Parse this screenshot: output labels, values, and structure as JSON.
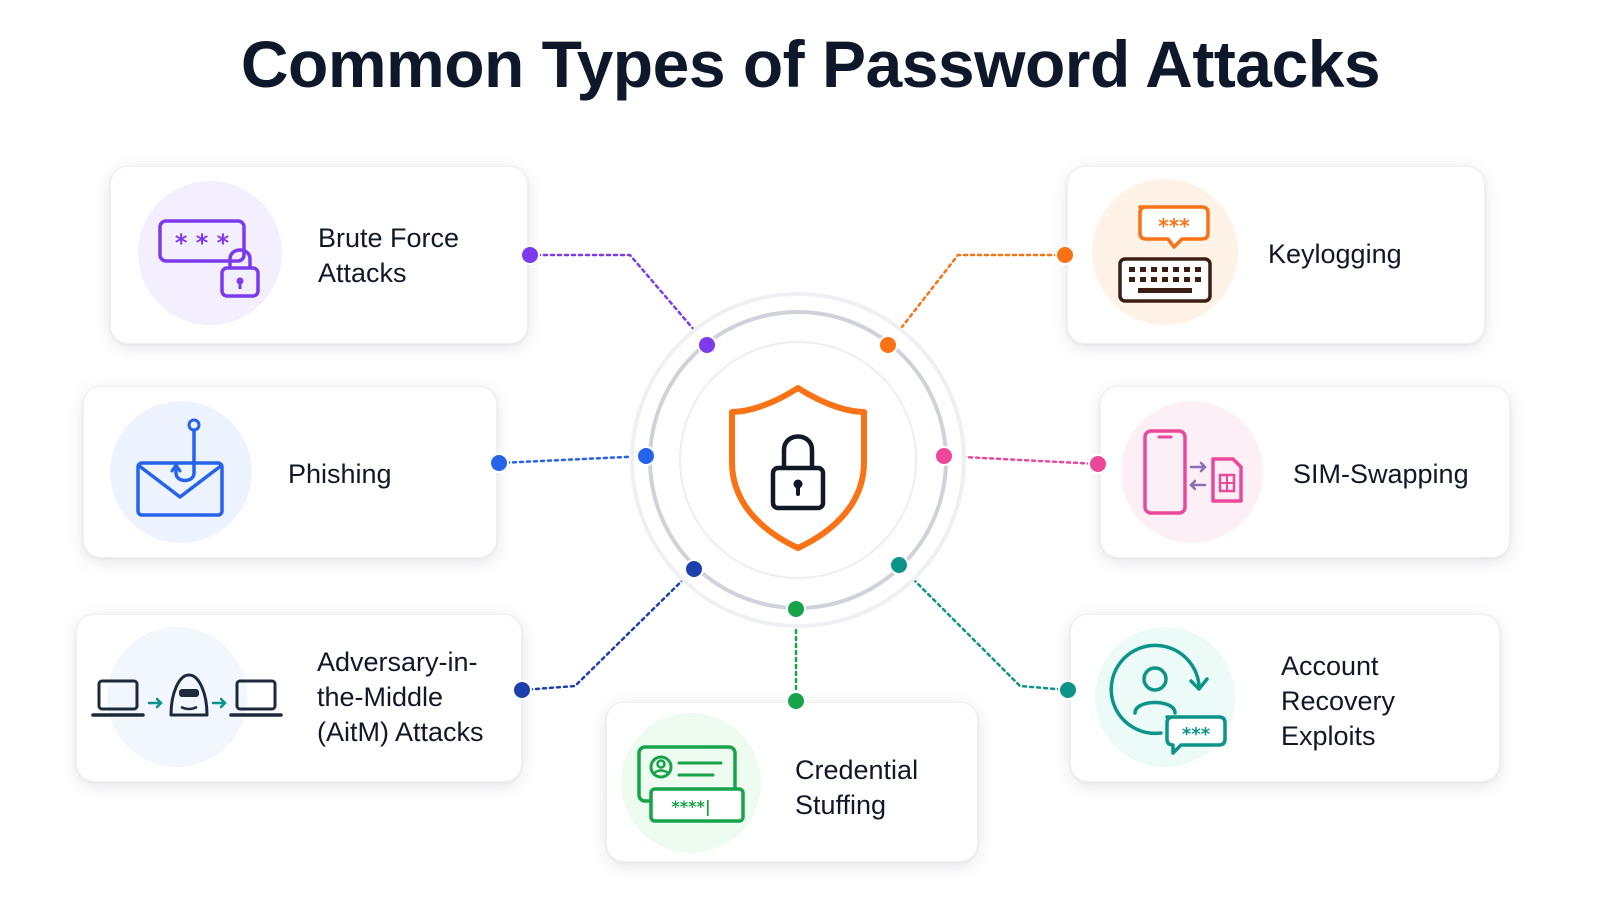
{
  "title": "Common Types of Password Attacks",
  "center": {
    "icon": "shield-lock-icon",
    "color": "#f97316"
  },
  "attacks": [
    {
      "id": "brute-force",
      "label": "Brute Force\nAttacks",
      "icon": "password-lock-icon",
      "color": "#7c3aed",
      "bg": "#f3efff"
    },
    {
      "id": "keylogging",
      "label": "Keylogging",
      "icon": "keyboard-chat-icon",
      "color": "#f97316",
      "bg": "#fff3e8"
    },
    {
      "id": "phishing",
      "label": "Phishing",
      "icon": "envelope-hook-icon",
      "color": "#2563eb",
      "bg": "#eef4ff"
    },
    {
      "id": "sim-swapping",
      "label": "SIM-Swapping",
      "icon": "phone-sim-icon",
      "color": "#ec4899",
      "bg": "#fdeff6"
    },
    {
      "id": "aitm",
      "label": "Adversary-in-\nthe-Middle\n(AitM) Attacks",
      "icon": "laptop-hacker-icon",
      "color": "#1e40af",
      "bg": "#f1f7fd"
    },
    {
      "id": "credential-stuffing",
      "label": "Credential\nStuffing",
      "icon": "credential-card-icon",
      "color": "#16a34a",
      "bg": "#eefbf0"
    },
    {
      "id": "account-recovery",
      "label": "Account\nRecovery\nExploits",
      "icon": "user-recovery-icon",
      "color": "#0d9488",
      "bg": "#ecfaf8"
    }
  ]
}
